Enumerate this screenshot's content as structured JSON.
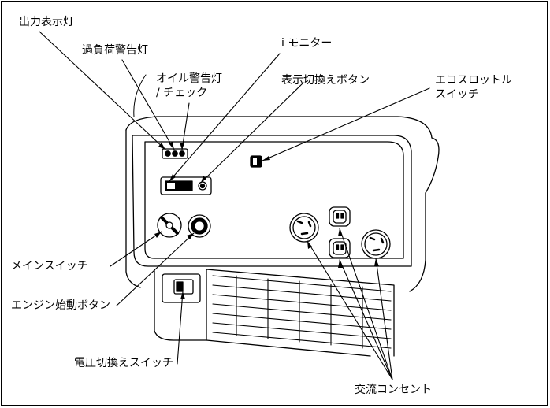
{
  "labels": {
    "output_indicator": "出力表示灯",
    "overload_indicator": "過負荷警告灯",
    "oil_warning_1": "オイル警告灯",
    "oil_warning_2": "/ チェック",
    "i_monitor": "i モニター",
    "display_switch_button": "表示切換えボタン",
    "eco_throttle_1": "エコスロットル",
    "eco_throttle_2": "スイッチ",
    "main_switch": "メインスイッチ",
    "engine_start_button": "エンジン始動ボタン",
    "voltage_switch": "電圧切換えスイッチ",
    "ac_outlet": "交流コンセント"
  }
}
